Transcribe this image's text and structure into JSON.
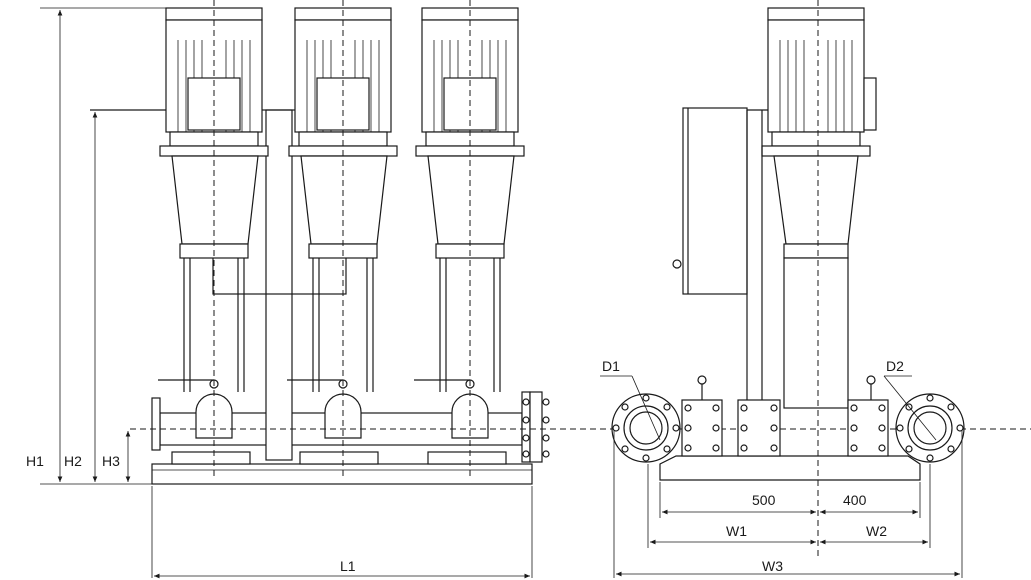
{
  "labels": {
    "h1": "H1",
    "h2": "H2",
    "h3": "H3",
    "l1": "L1",
    "d1": "D1",
    "d2": "D2",
    "dim_500": "500",
    "dim_400": "400",
    "w1": "W1",
    "w2": "W2",
    "w3": "W3"
  },
  "front_view": {
    "pump_count": 3
  },
  "side_view": {
    "flange_count": 2
  }
}
